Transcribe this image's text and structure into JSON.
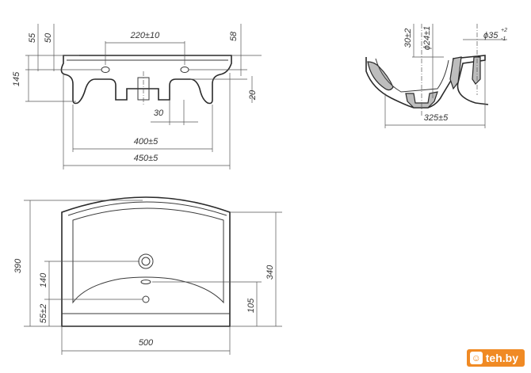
{
  "drawing": {
    "front_view": {
      "dim_top_spacing": "220±10",
      "dim_left_a": "55",
      "dim_left_b": "50",
      "dim_right_a": "58",
      "dim_height": "145",
      "dim_right_b": "20",
      "dim_30": "30",
      "dim_width_400": "400±5",
      "dim_width_450": "450±5"
    },
    "side_view": {
      "dim_30": "30±2",
      "dim_phi24": "ϕ24±1",
      "dim_phi35": "ϕ35",
      "dim_phi35_sup_top": "+2",
      "dim_phi35_sup_bottom": "-1",
      "dim_325": "325±5"
    },
    "top_view": {
      "dim_390": "390",
      "dim_140": "140",
      "dim_55": "55±2",
      "dim_340": "340",
      "dim_105": "105",
      "dim_500": "500"
    }
  },
  "watermark": {
    "text": "teh.by"
  }
}
